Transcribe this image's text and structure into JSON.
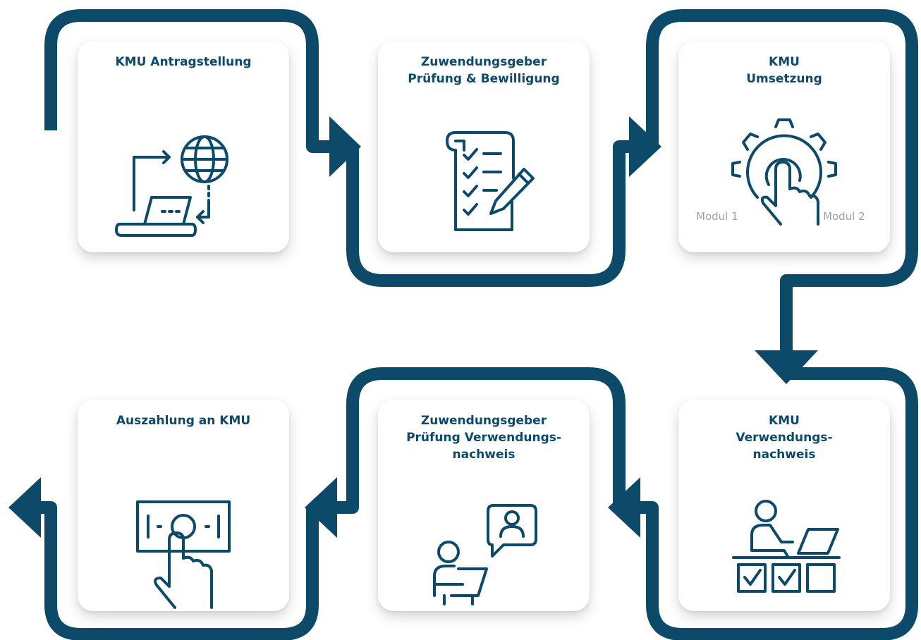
{
  "colors": {
    "accent": "#0d4a6a",
    "muted_text": "#9aa2a8",
    "card_bg": "#ffffff"
  },
  "steps": [
    {
      "lines": [
        "KMU Antragstellung"
      ],
      "icon": "laptop-globe-icon"
    },
    {
      "lines": [
        "Zuwendungsgeber",
        "Prüfung & Bewilligung"
      ],
      "icon": "checklist-pencil-icon"
    },
    {
      "lines": [
        "KMU",
        "Umsetzung"
      ],
      "icon": "gear-hand-icon",
      "modules": [
        "Modul 1",
        "Modul 2"
      ]
    },
    {
      "lines": [
        "KMU",
        "Verwendungs-",
        "nachweis"
      ],
      "icon": "person-desk-checkboxes-icon"
    },
    {
      "lines": [
        "Zuwendungsgeber",
        "Prüfung Verwendungs-",
        "nachweis"
      ],
      "icon": "person-speech-bubble-icon"
    },
    {
      "lines": [
        "Auszahlung an KMU"
      ],
      "icon": "hand-banknote-icon"
    }
  ]
}
